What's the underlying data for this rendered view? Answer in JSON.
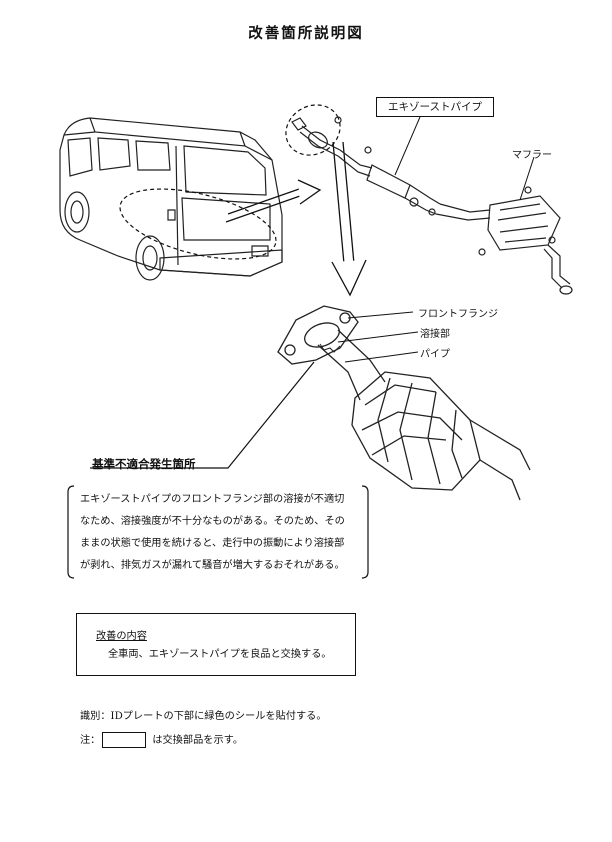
{
  "page": {
    "title": "改善箇所説明図"
  },
  "callouts": {
    "exhaust_pipe": "エキゾーストパイプ",
    "muffler": "マフラー",
    "front_flange": "フロントフランジ",
    "weld": "溶接部",
    "pipe": "パイプ"
  },
  "defect": {
    "title": "基準不適合発生箇所",
    "lines": [
      "エキゾーストパイプのフロントフランジ部の溶接が不適切",
      "なため、溶接強度が不十分なものがある。そのため、その",
      "ままの状態で使用を続けると、走行中の振動により溶接部",
      "が剥れ、排気ガスが漏れて騒音が増大するおそれがある。"
    ]
  },
  "improvement": {
    "heading": "改善の内容",
    "body": "全車両、エキゾーストパイプを良品と交換する。"
  },
  "footer": {
    "identification": "識別：IDプレートの下部に緑色のシールを貼付する。",
    "note_prefix": "注：",
    "note_suffix": "は交換部品を示す。"
  }
}
